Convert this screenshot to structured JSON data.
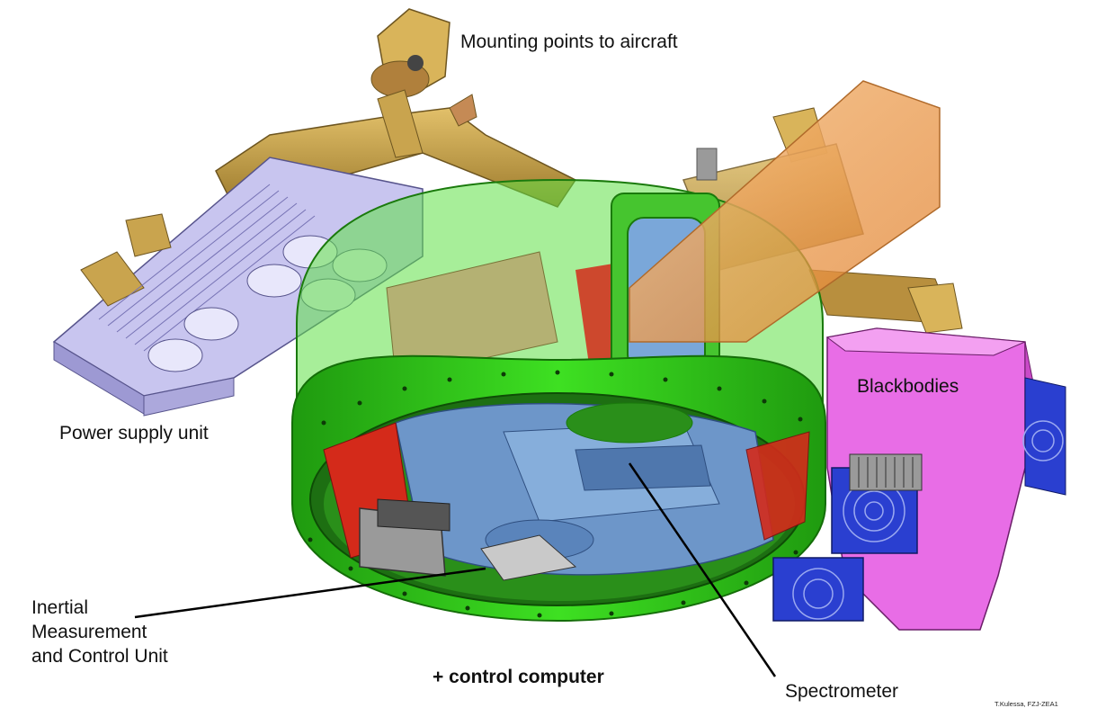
{
  "labels": {
    "mounting": "Mounting points to aircraft",
    "power": "Power supply unit",
    "blackbodies": "Blackbodies",
    "imcu_line1": "Inertial",
    "imcu_line2": "Measurement",
    "imcu_line3": "and Control Unit",
    "computer": "+ control computer",
    "spectrometer": "Spectrometer"
  },
  "credit": "T.Kulessa, FZJ-ZEA1",
  "colors": {
    "frame_green": "#33d41c",
    "frame_green_dark": "#1f9a0f",
    "bracket_gold": "#c9a44e",
    "psu_lavender": "#b9b6e6",
    "blackbody_magenta": "#e86de6",
    "fan_blue": "#2a3fd0",
    "spectrometer_blue": "#6d96c9",
    "orange_box": "#f0a24a",
    "red_part": "#d81c1c"
  },
  "icons": [
    "fan-icon"
  ]
}
